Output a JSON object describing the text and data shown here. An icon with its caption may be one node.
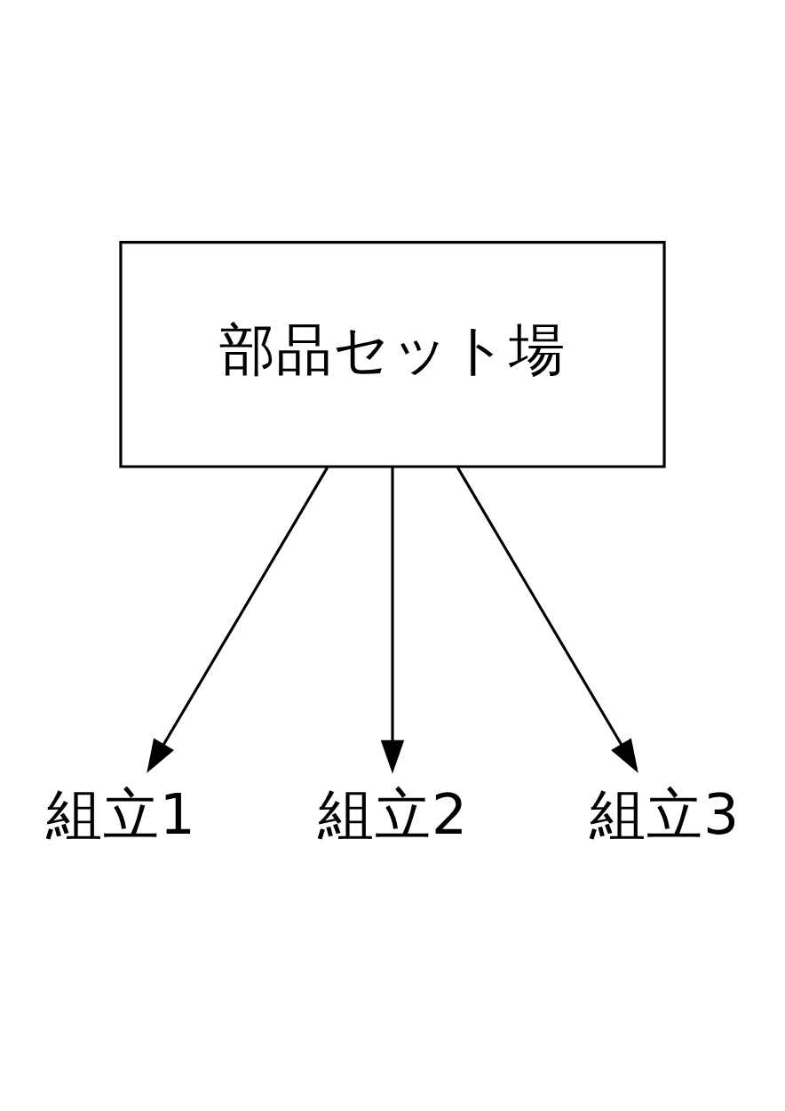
{
  "diagram": {
    "nodes": [
      {
        "text": [
          "部品セット場"
        ]
      },
      {
        "text": [
          "組立1"
        ]
      },
      {
        "text": [
          "組立2"
        ]
      },
      {
        "text": [
          "組立3"
        ]
      }
    ],
    "edges": [
      {
        "from": 0,
        "to": 1,
        "arrow": "to"
      },
      {
        "from": 0,
        "to": 2,
        "arrow": "to"
      },
      {
        "from": 0,
        "to": 3,
        "arrow": "to"
      }
    ]
  }
}
